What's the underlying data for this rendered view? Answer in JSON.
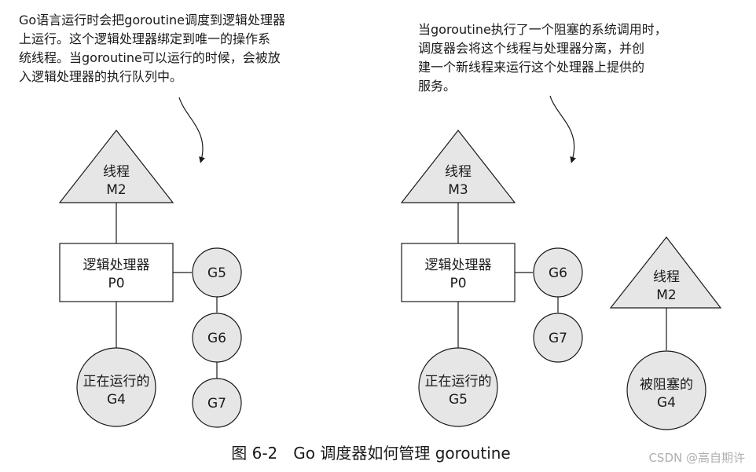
{
  "annotations": {
    "left": [
      "Go语言运行时会把goroutine调度到逻辑处理器",
      "上运行。这个逻辑处理器绑定到唯一的操作系",
      "统线程。当goroutine可以运行的时候，会被放",
      "入逻辑处理器的执行队列中。"
    ],
    "right": [
      "当goroutine执行了一个阻塞的系统调用时，",
      "调度器会将这个线程与处理器分离，并创",
      "建一个新线程来运行这个处理器上提供的",
      "服务。"
    ]
  },
  "left": {
    "thread": {
      "line1": "线程",
      "line2": "M2"
    },
    "processor": {
      "line1": "逻辑处理器",
      "line2": "P0"
    },
    "running": {
      "line1": "正在运行的",
      "line2": "G4"
    },
    "queue": [
      "G5",
      "G6",
      "G7"
    ]
  },
  "right": {
    "thread": {
      "line1": "线程",
      "line2": "M3"
    },
    "processor": {
      "line1": "逻辑处理器",
      "line2": "P0"
    },
    "running": {
      "line1": "正在运行的",
      "line2": "G5"
    },
    "queue": [
      "G6",
      "G7"
    ],
    "blocked_thread": {
      "line1": "线程",
      "line2": "M2"
    },
    "blocked": {
      "line1": "被阻塞的",
      "line2": "G4"
    }
  },
  "caption": "图 6-2　Go 调度器如何管理 goroutine",
  "watermark": "CSDN @高自期许",
  "colors": {
    "fill": "#e6e6e6",
    "stroke": "#1a1a1a"
  }
}
